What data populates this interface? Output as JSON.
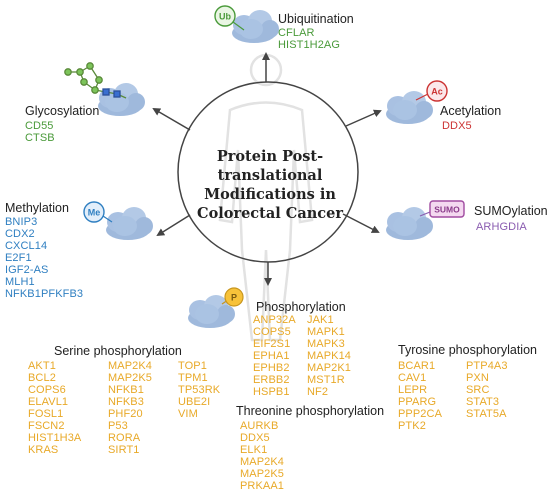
{
  "center": {
    "line1": "Protein Post-translational",
    "line2": "Modifications in",
    "line3": "Colorectal Cancer"
  },
  "ubiquitination": {
    "badge": "Ub",
    "title": "Ubiquitination",
    "genes": [
      "CFLAR",
      "HIST1H2AG"
    ]
  },
  "acetylation": {
    "badge": "Ac",
    "title": "Acetylation",
    "genes": [
      "DDX5"
    ]
  },
  "sumoylation": {
    "badge": "SUMO",
    "title": "SUMOylation",
    "genes": [
      "ARHGDIA"
    ]
  },
  "glycosylation": {
    "title": "Glycosylation",
    "genes": [
      "CD55",
      "CTSB"
    ]
  },
  "methylation": {
    "badge": "Me",
    "title": "Methylation",
    "genes": [
      "BNIP3",
      "CDX2",
      "CXCL14",
      "E2F1",
      "IGF2-AS",
      "MLH1",
      "NFKB1PFKFB3"
    ]
  },
  "phosphorylation": {
    "badge": "P",
    "title": "Phosphorylation",
    "col1": [
      "ANP32A",
      "COPS5",
      "EIF2S1",
      "EPHA1",
      "EPHB2",
      "ERBB2",
      "HSPB1"
    ],
    "col2": [
      "JAK1",
      "MAPK1",
      "MAPK3",
      "MAPK14",
      "MAP2K1",
      "MST1R",
      "NF2"
    ]
  },
  "serine": {
    "title": "Serine phosphorylation",
    "col1": [
      "AKT1",
      "BCL2",
      "COPS6",
      "ELAVL1",
      "FOSL1",
      "FSCN2",
      "HIST1H3A",
      "KRAS"
    ],
    "col2": [
      "MAP2K4",
      "MAP2K5",
      "NFKB1",
      "NFKB3",
      "PHF20",
      "P53",
      "RORA",
      "SIRT1"
    ],
    "col3": [
      "TOP1",
      "TPM1",
      "TP53RK",
      "UBE2I",
      "VIM"
    ]
  },
  "threonine": {
    "title": "Threonine phosphorylation",
    "genes": [
      "AURKB",
      "DDX5",
      "ELK1",
      "MAP2K4",
      "MAP2K5",
      "PRKAA1"
    ]
  },
  "tyrosine": {
    "title": "Tyrosine phosphorylation",
    "col1": [
      "BCAR1",
      "CAV1",
      "LEPR",
      "PPARG",
      "PPP2CA",
      "PTK2"
    ],
    "col2": [
      "PTP4A3",
      "PXN",
      "SRC",
      "STAT3",
      "STAT5A"
    ]
  },
  "colors": {
    "green": "#4a9a3a",
    "red": "#cc3333",
    "purple": "#8a5cb0",
    "blue": "#2f7fc1",
    "orange": "#e8a928",
    "cloud": "#9fb9dc"
  }
}
